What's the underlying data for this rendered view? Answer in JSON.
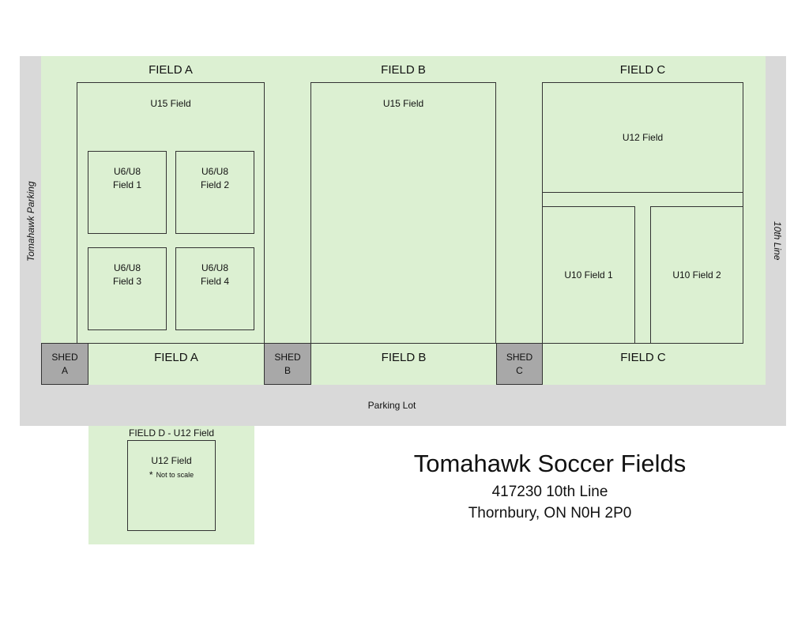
{
  "roads": {
    "left": "Tomahawk Parking",
    "right": "10th Line",
    "bottom": "Parking Lot"
  },
  "fields": {
    "a": {
      "top_label": "FIELD A",
      "bottom_label": "FIELD A",
      "u15": "U15 Field",
      "small": [
        "U6/U8\nField 1",
        "U6/U8\nField 2",
        "U6/U8\nField 3",
        "U6/U8\nField 4"
      ]
    },
    "b": {
      "top_label": "FIELD B",
      "bottom_label": "FIELD B",
      "u15": "U15 Field"
    },
    "c": {
      "top_label": "FIELD C",
      "bottom_label": "FIELD C",
      "u12": "U12 Field",
      "u10_1": "U10 Field 1",
      "u10_2": "U10 Field 2"
    },
    "d": {
      "label": "FIELD D - U12 Field",
      "u12": "U12 Field",
      "note_mark": "*",
      "note": "Not to scale"
    }
  },
  "sheds": [
    "SHED\nA",
    "SHED\nB",
    "SHED\nC"
  ],
  "info": {
    "title": "Tomahawk Soccer Fields",
    "address1": "417230 10th Line",
    "address2": "Thornbury, ON N0H 2P0"
  },
  "colors": {
    "grass": "#dcf0d2",
    "road": "#d9d9d9",
    "shed": "#a8a8a8",
    "line": "#333333"
  }
}
